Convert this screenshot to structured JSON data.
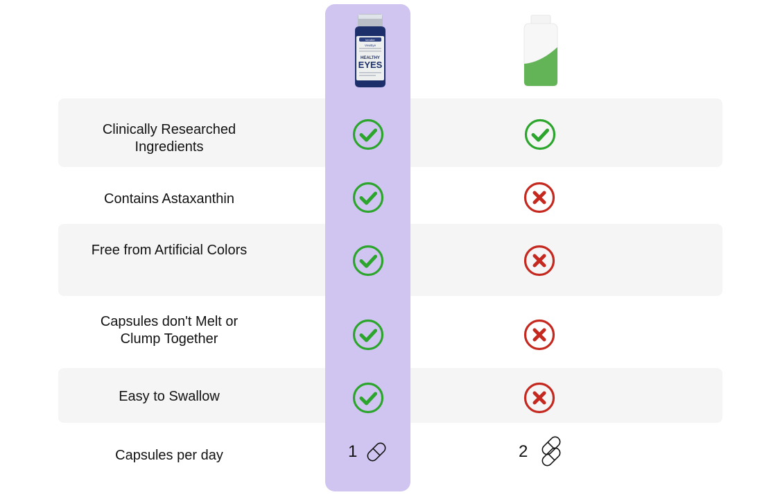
{
  "columns": {
    "ours": {
      "product_image": "healthy-eyes-bottle-icon",
      "bottle_brand": "kerutter",
      "bottle_sub": "VewBye",
      "bottle_title_1": "HEALTHY",
      "bottle_title_2": "EYES"
    },
    "other": {
      "product_image": "generic-green-bottle-icon"
    }
  },
  "rows": [
    {
      "label": "Clinically Researched Ingredients",
      "ours": "check-icon",
      "other": "check-icon"
    },
    {
      "label": "Contains Astaxanthin",
      "ours": "check-icon",
      "other": "cross-icon"
    },
    {
      "label": "Free from Artificial Colors",
      "ours": "check-icon",
      "other": "cross-icon"
    },
    {
      "label": "Capsules don't Melt or Clump Together",
      "ours": "check-icon",
      "other": "cross-icon"
    },
    {
      "label": "Easy to Swallow",
      "ours": "check-icon",
      "other": "cross-icon"
    },
    {
      "label": "Capsules per day",
      "ours_count": "1",
      "other_count": "2",
      "ours_icon": "capsule-icon",
      "other_icon": "two-capsules-icon"
    }
  ],
  "colors": {
    "highlight": "#d0c5f0",
    "row_shade": "#f5f5f5",
    "check": "#2ca52c",
    "cross": "#c4281e",
    "bottle_green": "#62b456"
  }
}
